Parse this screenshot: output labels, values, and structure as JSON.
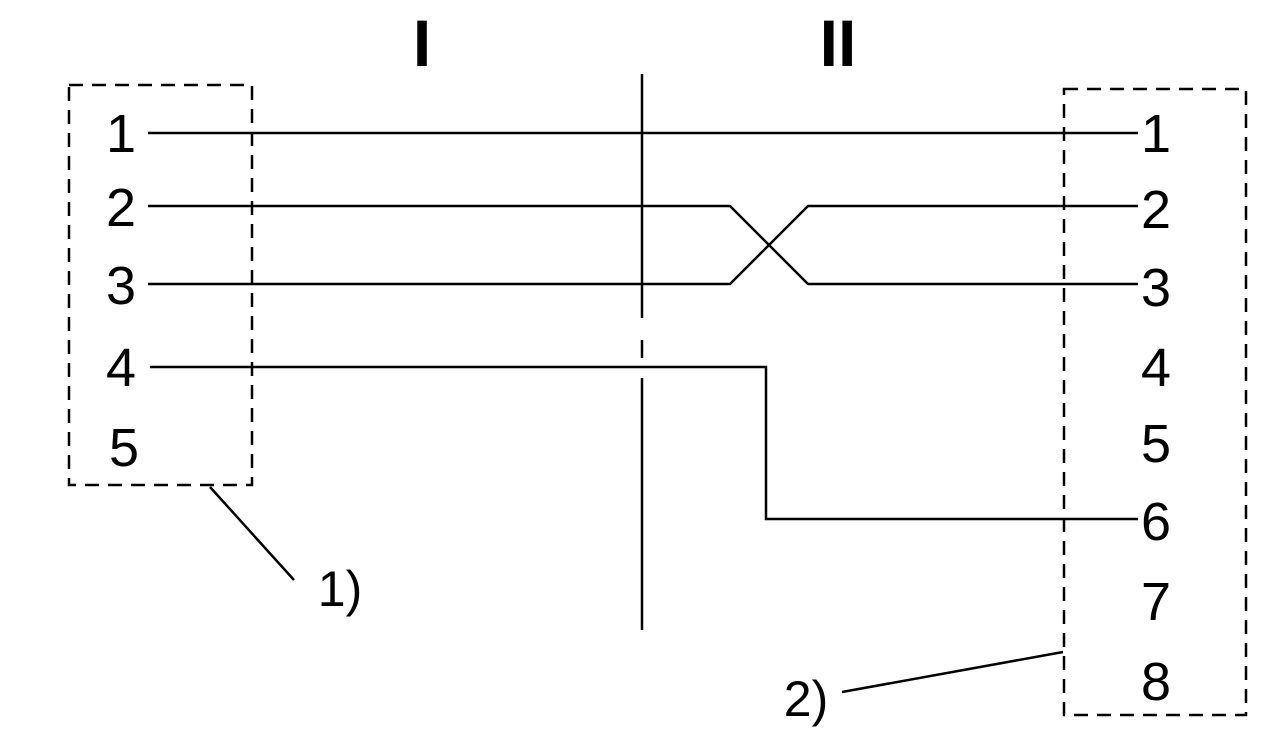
{
  "sections": {
    "left": "I",
    "right": "II"
  },
  "left_connector": {
    "note": "1)",
    "pins": [
      "1",
      "2",
      "3",
      "4",
      "5"
    ]
  },
  "right_connector": {
    "note": "2)",
    "pins": [
      "1",
      "2",
      "3",
      "4",
      "5",
      "6",
      "7",
      "8"
    ]
  },
  "connections": [
    {
      "from": "1",
      "to": "1"
    },
    {
      "from": "2",
      "to": "3"
    },
    {
      "from": "3",
      "to": "2"
    },
    {
      "from": "4",
      "to": "6"
    }
  ]
}
